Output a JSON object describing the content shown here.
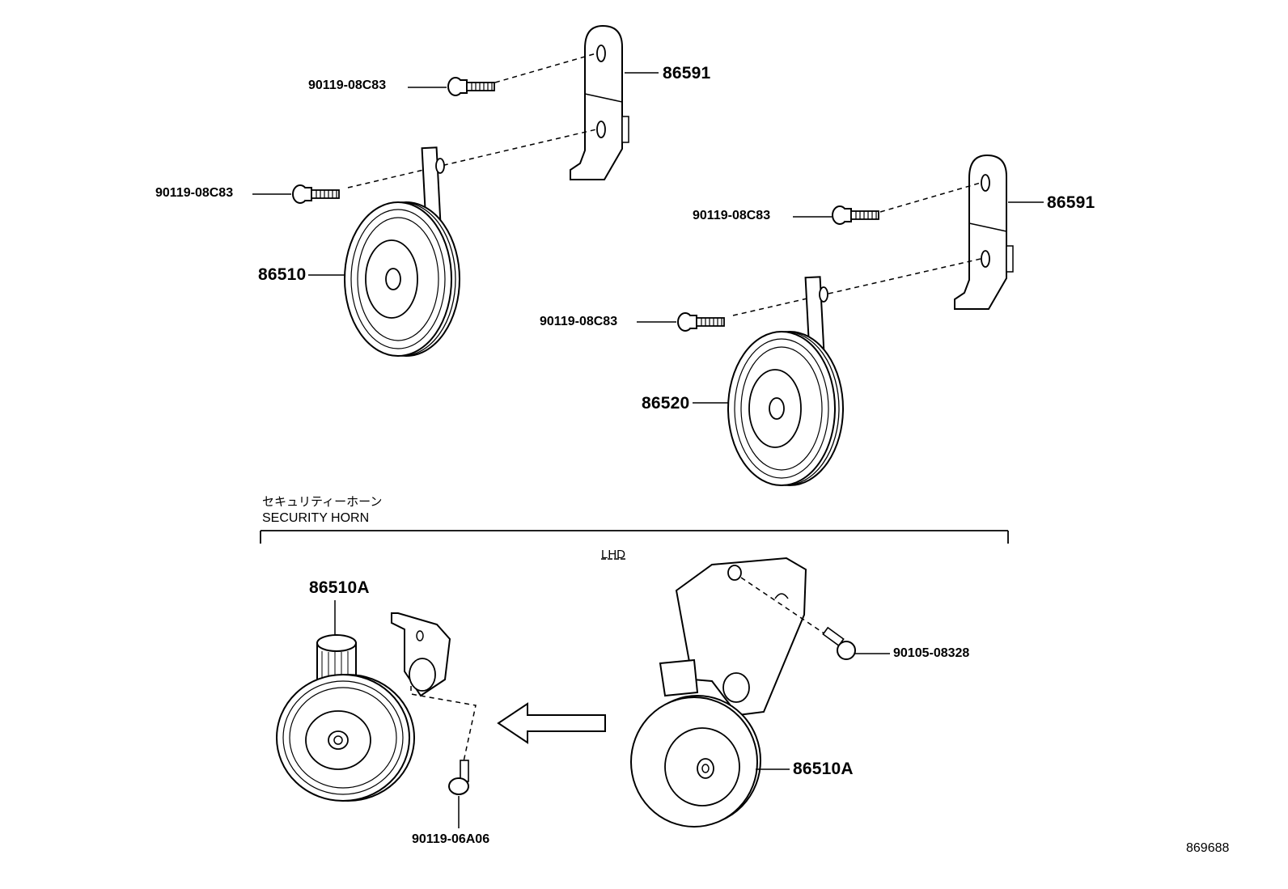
{
  "labels": {
    "screw_top_1": "90119-08C83",
    "bracket_top_1": "86591",
    "screw_top_2": "90119-08C83",
    "horn_1": "86510",
    "screw_right_1": "90119-08C83",
    "bracket_right": "86591",
    "screw_right_2": "90119-08C83",
    "horn_2": "86520",
    "section_jp": "セキュリティーホーン",
    "section_en": "SECURITY HORN",
    "lhd": "LHD",
    "security_horn_left": "86510A",
    "bolt_right": "90105-08328",
    "security_horn_right": "86510A",
    "screw_bottom": "90119-06A06",
    "figure_code": "869688"
  }
}
